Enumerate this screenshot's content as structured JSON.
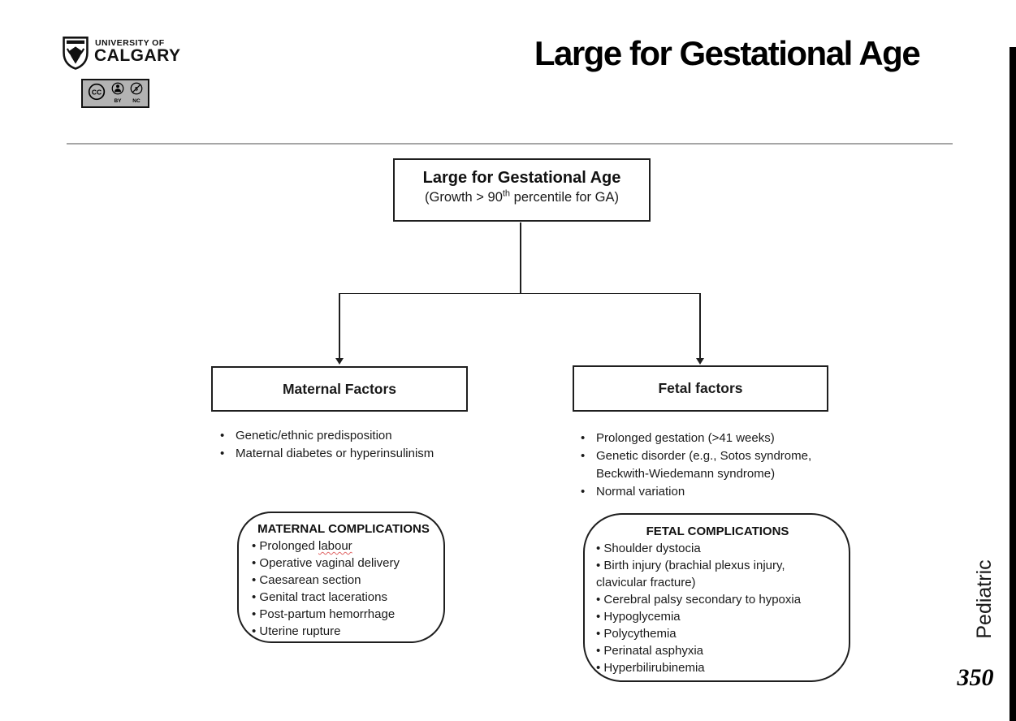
{
  "page": {
    "title": "Large for Gestational Age",
    "sidebar_label": "Pediatric",
    "page_number": "350"
  },
  "branding": {
    "university_line1": "UNIVERSITY OF",
    "university_line2": "CALGARY",
    "license": {
      "cc_glyph": "CC",
      "by_label": "BY",
      "nc_glyph": "$",
      "nc_label": "NC"
    }
  },
  "flowchart": {
    "root": {
      "title": "Large for Gestational Age",
      "subtitle_pre": "(Growth > 90",
      "subtitle_sup": "th",
      "subtitle_post": " percentile for GA)"
    },
    "maternal": {
      "header": "Maternal Factors",
      "bullet_glyph": "•",
      "bullets": [
        "Genetic/ethnic predisposition",
        "Maternal diabetes or hyperinsulinism"
      ]
    },
    "fetal": {
      "header": "Fetal factors",
      "bullet_glyph": "•",
      "bullets": [
        "Prolonged gestation (>41 weeks)",
        "Genetic disorder (e.g., Sotos syndrome, Beckwith-Wiedemann syndrome)",
        "Normal variation"
      ]
    },
    "maternal_complications": {
      "title": "MATERNAL COMPLICATIONS",
      "bullet_glyph": "• ",
      "items": [
        "Prolonged labour",
        "Operative vaginal delivery",
        "Caesarean section",
        "Genital tract lacerations",
        "Post-partum hemorrhage",
        "Uterine rupture"
      ],
      "spellcheck_word": "labour"
    },
    "fetal_complications": {
      "title": "FETAL COMPLICATIONS",
      "bullet_glyph": "• ",
      "items": [
        "Shoulder dystocia",
        "Birth injury (brachial plexus injury, clavicular fracture)",
        "Cerebral palsy secondary to hypoxia",
        "Hypoglycemia",
        "Polycythemia",
        "Perinatal asphyxia",
        "Hyperbilirubinemia"
      ]
    }
  },
  "colors": {
    "separator": "#a6a6a6",
    "edge_bar": "#000000",
    "cc_badge_bg": "#b3b3b3",
    "spellcheck_underline": "#e06666"
  }
}
